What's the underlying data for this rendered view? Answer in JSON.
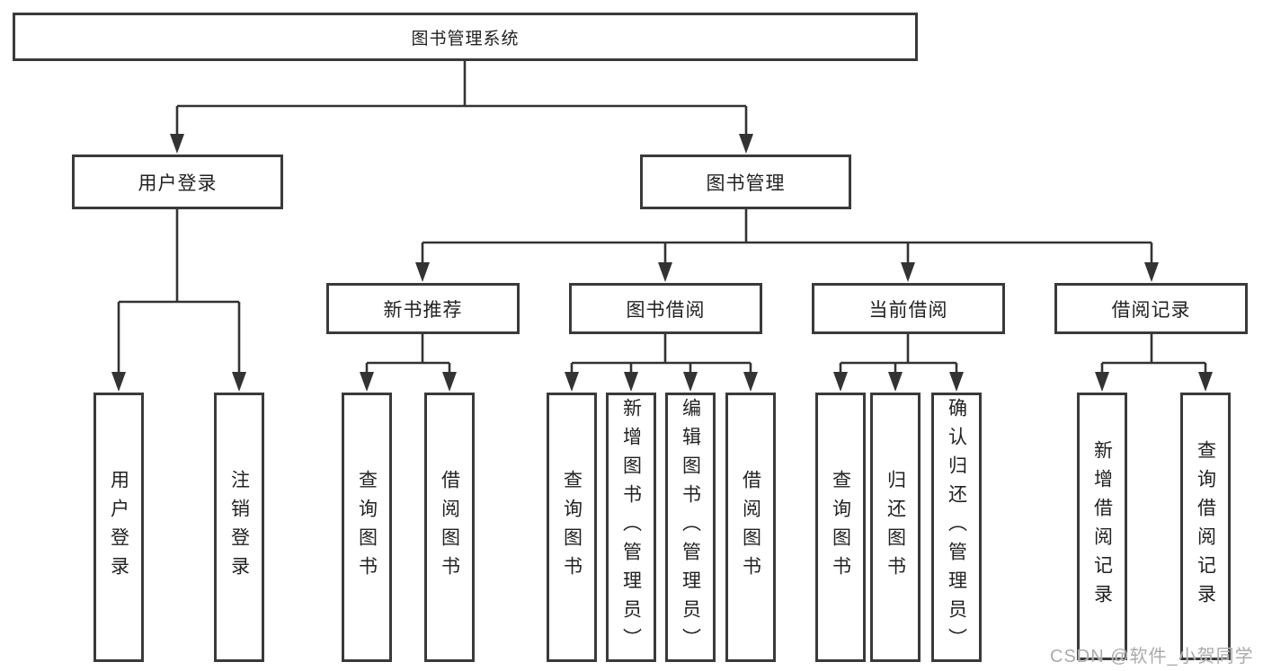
{
  "diagram": {
    "type": "tree",
    "root": {
      "label": "图书管理系统"
    },
    "branches": [
      {
        "label": "用户登录",
        "children": [
          {
            "label": "用户登录"
          },
          {
            "label": "注销登录"
          }
        ]
      },
      {
        "label": "图书管理",
        "children": [
          {
            "label": "新书推荐",
            "children": [
              {
                "label": "查询图书"
              },
              {
                "label": "借阅图书"
              }
            ]
          },
          {
            "label": "图书借阅",
            "children": [
              {
                "label": "查询图书"
              },
              {
                "label": "新增图书（管理员）"
              },
              {
                "label": "编辑图书（管理员）"
              },
              {
                "label": "借阅图书"
              }
            ]
          },
          {
            "label": "当前借阅",
            "children": [
              {
                "label": "查询图书"
              },
              {
                "label": "归还图书"
              },
              {
                "label": "确认归还（管理员）"
              }
            ]
          },
          {
            "label": "借阅记录",
            "children": [
              {
                "label": "新增借阅记录"
              },
              {
                "label": "查询借阅记录"
              }
            ]
          }
        ]
      }
    ]
  },
  "watermark": {
    "text": "CSDN @软件_小贺同学"
  },
  "colors": {
    "line": "#333333",
    "box_border": "#3a3a3a",
    "text": "#222222",
    "watermark": "#ababab",
    "background": "#ffffff"
  }
}
